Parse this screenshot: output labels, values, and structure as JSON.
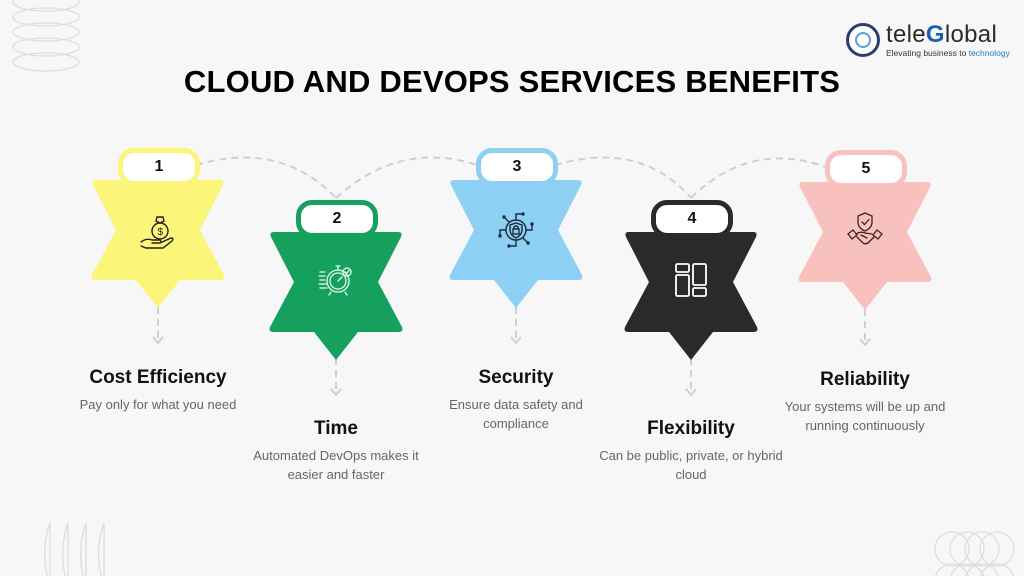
{
  "header": {
    "title": "CLOUD AND DEVOPS SERVICES BENEFITS",
    "logo": {
      "name_prefix": "tele",
      "name_highlight": "G",
      "name_suffix": "lobal",
      "tagline_prefix": "Elevating business to ",
      "tagline_highlight": "technology"
    }
  },
  "colors": {
    "background": "#f7f7f7",
    "step1": "#fbf57a",
    "step2": "#16a05d",
    "step3": "#8dd0f3",
    "step4": "#2a2a2a",
    "step5": "#f8c1bd",
    "connector": "#cfcfcf"
  },
  "steps": [
    {
      "number": "1",
      "icon": "money-bag-hand-icon",
      "title": "Cost Efficiency",
      "description": "Pay only for what you need"
    },
    {
      "number": "2",
      "icon": "stopwatch-check-icon",
      "title": "Time",
      "description": "Automated DevOps makes it easier and faster"
    },
    {
      "number": "3",
      "icon": "shield-lock-circuit-icon",
      "title": "Security",
      "description": "Ensure data safety and compliance"
    },
    {
      "number": "4",
      "icon": "layout-blocks-icon",
      "title": "Flexibility",
      "description": "Can be public, private, or hybrid cloud"
    },
    {
      "number": "5",
      "icon": "handshake-shield-icon",
      "title": "Reliability",
      "description": "Your systems will be up and running continuously"
    }
  ]
}
